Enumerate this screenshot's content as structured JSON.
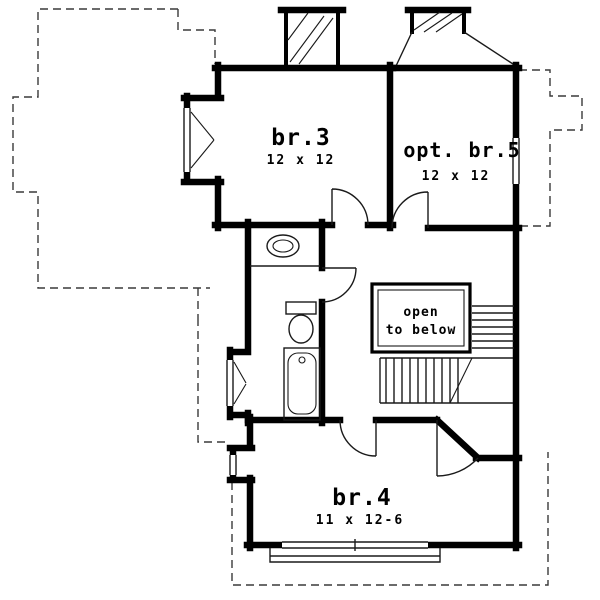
{
  "plan": {
    "rooms": {
      "br3": {
        "label": "br.3",
        "dims": "12 x 12"
      },
      "br5": {
        "label": "opt. br.5",
        "dims": "12 x 12"
      },
      "br4": {
        "label": "br.4",
        "dims": "11 x 12-6"
      },
      "open_to_below": {
        "line1": "open",
        "line2": "to below"
      }
    },
    "colors": {
      "wall": "#000000",
      "thin_line": "#1a1a1a",
      "dashed_roof": "#3a3a3a",
      "background": "#ffffff"
    }
  }
}
